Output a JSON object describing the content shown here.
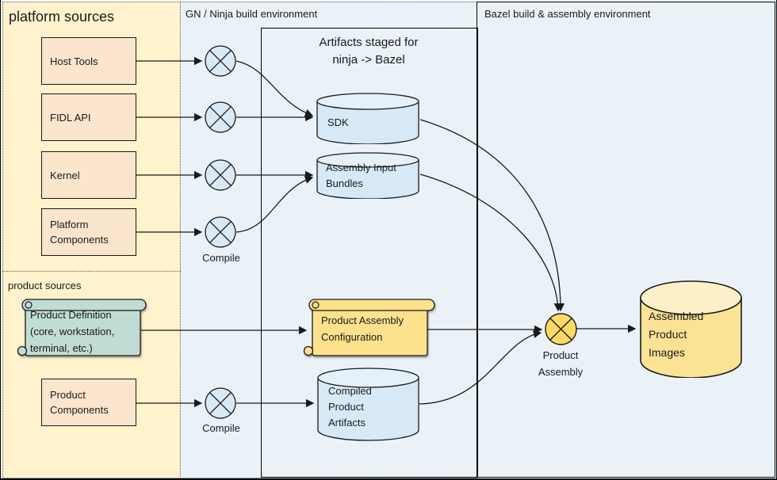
{
  "panels": {
    "platform_sources": {
      "label": "platform sources"
    },
    "product_sources": {
      "label": "product sources"
    },
    "gn_build": {
      "label": "GN / Ninja build environment"
    },
    "bazel_build": {
      "label": "Bazel build & assembly environment"
    },
    "staging_box": {
      "label": "Artifacts staged for\nninja -> Bazel"
    }
  },
  "sources": {
    "host_tools": "Host Tools",
    "fidl_api": "FIDL API",
    "kernel": "Kernel",
    "platform_components": "Platform\nComponents",
    "product_definition": "Product Definition\n(core, workstation,\nterminal, etc.)",
    "product_components": "Product\nComponents"
  },
  "artifacts": {
    "sdk": "SDK",
    "assembly_input_bundles": "Assembly Input\nBundles",
    "product_assembly_configuration": "Product Assembly\nConfiguration",
    "compiled_product_artifacts": "Compiled\nProduct\nArtifacts",
    "assembled_product_images": "Assembled\nProduct\nImages"
  },
  "operations": {
    "compile_platform": "Compile",
    "compile_product": "Compile",
    "product_assembly": "Product\nAssembly"
  },
  "colors": {
    "platform_panel_bg": "#fff2cc",
    "build_env_bg": "#eaf2f8",
    "source_box_bg": "#fce5cd",
    "compile_node_bg": "#dae9f6",
    "cylinder_blue_bg": "#d7e9f7",
    "cylinder_blue_top": "#e4f1fa",
    "scroll_teal_bg": "#c1dcd4",
    "scroll_yellow_bg": "#fee18c",
    "assembly_node_bg": "#ffd966",
    "cylinder_yellow_bg": "#fbe295",
    "cylinder_yellow_top": "#fdf0c8",
    "line_color": "#1a1a1a"
  }
}
